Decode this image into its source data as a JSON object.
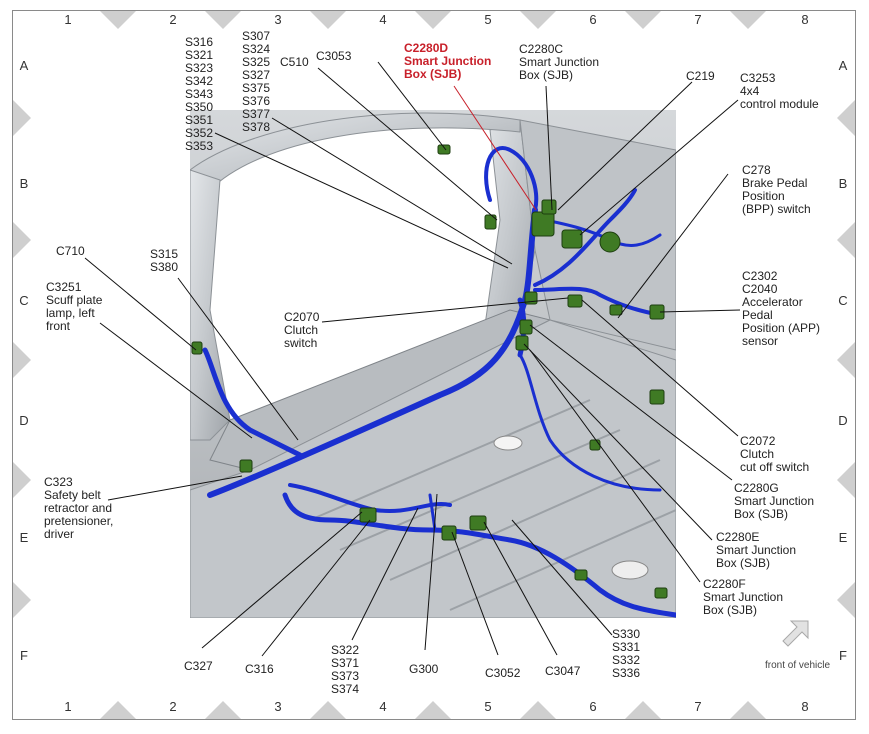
{
  "grid": {
    "columns": [
      "1",
      "2",
      "3",
      "4",
      "5",
      "6",
      "7",
      "8"
    ],
    "rows": [
      "A",
      "B",
      "C",
      "D",
      "E",
      "F"
    ]
  },
  "labels": {
    "s316_group": "S316\nS321\nS323\nS342\nS343\nS350\nS351\nS352\nS353",
    "s307_group": "S307\nS324\nS325\nS327\nS375\nS376\nS377\nS378",
    "c510": "C510",
    "c3053": "C3053",
    "c2280d": "C2280D\nSmart Junction\nBox (SJB)",
    "c2280c": "C2280C\nSmart Junction\nBox (SJB)",
    "c219": "C219",
    "c3253": "C3253\n4x4\ncontrol module",
    "c278": "C278\nBrake Pedal\nPosition\n(BPP) switch",
    "c710": "C710",
    "s315": "S315\nS380",
    "c3251": "C3251\nScuff plate\nlamp, left\nfront",
    "c2302": "C2302\nC2040\nAccelerator\nPedal\nPosition (APP)\nsensor",
    "c2070": "C2070\nClutch\nswitch",
    "c2072": "C2072\nClutch\ncut off switch",
    "c2280g": "C2280G\nSmart Junction\nBox (SJB)",
    "c323": "C323\nSafety belt\nretractor and\npretensioner,\ndriver",
    "c2280e": "C2280E\nSmart Junction\nBox (SJB)",
    "c2280f": "C2280F\nSmart Junction\nBox (SJB)",
    "c327": "C327",
    "c316": "C316",
    "s322_group": "S322\nS371\nS373\nS374",
    "g300": "G300",
    "c3052": "C3052",
    "c3047": "C3047",
    "s330_group": "S330\nS331\nS332\nS336",
    "front_of_vehicle": "front of vehicle"
  },
  "colors": {
    "harness": "#1a2fd0",
    "harness_dark": "#0c1a8a",
    "connector": "#3f7a24",
    "highlight_label": "#c8202a",
    "leader": "#111111",
    "tab": "#cfcfcf",
    "body_metal": "#c9cdd1"
  },
  "icons": {
    "front_arrow": "arrow-up-right-icon"
  }
}
